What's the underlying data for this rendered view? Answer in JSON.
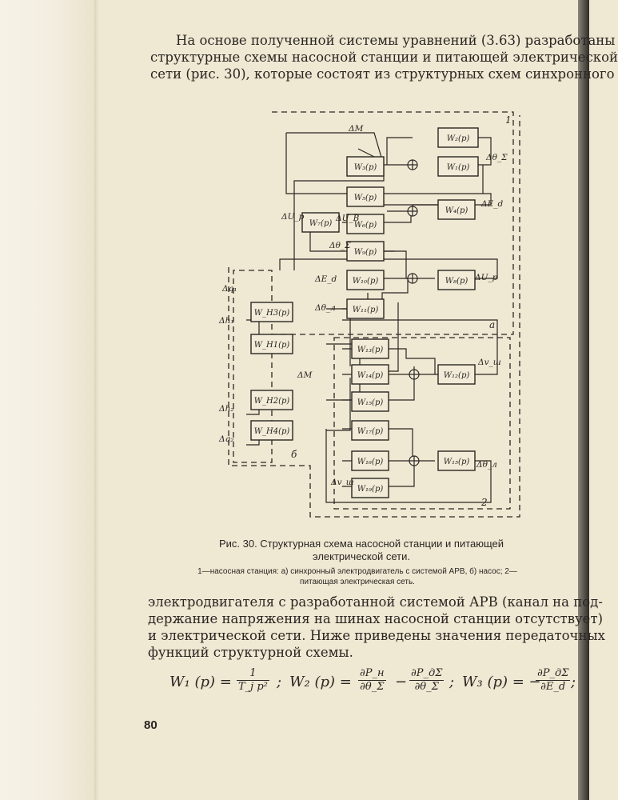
{
  "paragraph_top": [
    "На основе полученной системы уравнений (3.63) разработаны",
    "структурные схемы насосной станции и питающей электрической",
    "сети (рис. 30), которые состоят из структурных схем синхронного"
  ],
  "figure": {
    "blocks": [
      "W₂(p)",
      "W₃(p)",
      "W₁(p)",
      "W₅(p)",
      "W₄(p)",
      "W₇(p)",
      "W₆(p)",
      "W₉(p)",
      "W₁₀(p)",
      "W₈(p)",
      "W₁₁(p)",
      "W_H3(p)",
      "W_H1(p)",
      "W_H2(p)",
      "W_H4(p)",
      "W₁₃(p)",
      "W₁₄(p)",
      "W₁₂(p)",
      "W₁₅(p)",
      "W₁₇(p)",
      "W₁₆(p)",
      "W₁₅(p)",
      "W₁₉(p)"
    ],
    "signals": [
      "ΔM",
      "Δθ_Σ",
      "ΔE_d",
      "ΔU_p",
      "ΔU_B",
      "Δθ_Σ",
      "ΔE_d",
      "ΔU_p",
      "Δθ_л",
      "Δq₁",
      "Δh₁",
      "ΔM",
      "Δh₂",
      "Δq₂",
      "Δv_ш",
      "Δθ_л",
      "Δv_ш"
    ],
    "regions": [
      "1",
      "a",
      "б",
      "2"
    ]
  },
  "caption": {
    "title": "Рис. 30. Структурная схема насосной станции и питающей электрической сети.",
    "note": "1—насосная станция: а) синхронный электродвигатель с системой АРВ, б) насос; 2—питающая электрическая сеть."
  },
  "paragraph_bottom": [
    "электродвигателя с разработанной системой АРВ (канал на под-",
    "держание напряжения на шинах насосной станции отсутствует)",
    "и электрической сети. Ниже приведены значения передаточных",
    "функций структурной схемы."
  ],
  "formula": {
    "w1_lhs": "W₁ (p) =",
    "w1_num": "1",
    "w1_den": "T_j p²",
    "sep1": ";",
    "w2_lhs": "W₂ (p) =",
    "w2_num1": "∂P_н",
    "w2_den1": "∂θ_Σ",
    "minus": "−",
    "w2_num2": "∂P_дΣ",
    "w2_den2": "∂θ_Σ",
    "sep2": ";",
    "w3_lhs": "W₃ (p) = −",
    "w3_num": "∂P_дΣ",
    "w3_den": "∂E_d",
    "sep3": ";"
  },
  "page_number": "80"
}
